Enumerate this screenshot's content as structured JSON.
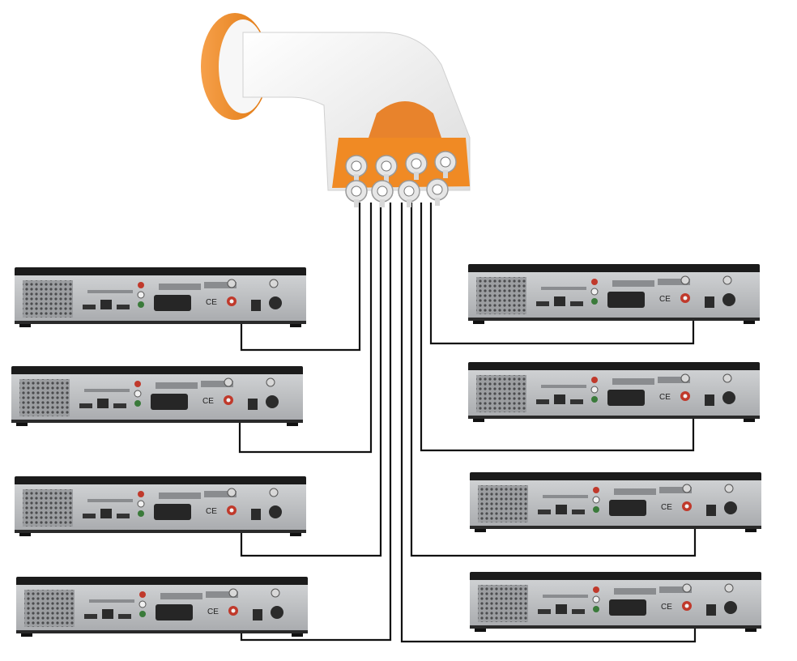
{
  "diagram": {
    "lnb": {
      "outputs": 8,
      "icon": "octo-lnb-icon",
      "body_color": "#f5f5f5",
      "accent_color": "#f08a24"
    },
    "receiver": {
      "icon": "satellite-receiver-icon",
      "panel_color": "#bfc1c3",
      "top_color": "#1b1b1b"
    },
    "cable_color": "#111111",
    "receivers": [
      {
        "id": "left-1",
        "side": "left"
      },
      {
        "id": "left-2",
        "side": "left"
      },
      {
        "id": "left-3",
        "side": "left"
      },
      {
        "id": "left-4",
        "side": "left"
      },
      {
        "id": "right-1",
        "side": "right"
      },
      {
        "id": "right-2",
        "side": "right"
      },
      {
        "id": "right-3",
        "side": "right"
      },
      {
        "id": "right-4",
        "side": "right"
      }
    ]
  }
}
